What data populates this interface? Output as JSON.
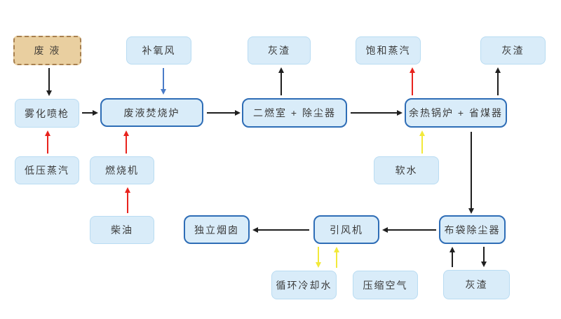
{
  "diagram": {
    "type": "process-flowchart",
    "language": "zh-CN",
    "nodes": {
      "waste_liquid": {
        "label": "废 液",
        "style": "source"
      },
      "oxygen_air": {
        "label": "补氧风",
        "style": "plain"
      },
      "ash_top_mid": {
        "label": "灰渣",
        "style": "plain"
      },
      "saturated_steam": {
        "label": "饱和蒸汽",
        "style": "plain"
      },
      "ash_top_right": {
        "label": "灰渣",
        "style": "plain"
      },
      "atomizer": {
        "label": "雾化喷枪",
        "style": "plain"
      },
      "incinerator": {
        "label": "废液焚烧炉",
        "style": "process"
      },
      "secondary_chamber": {
        "label": "二燃室 + 除尘器",
        "style": "process"
      },
      "waste_heat_boiler": {
        "label": "余热锅炉 + 省煤器",
        "style": "process"
      },
      "lp_steam": {
        "label": "低压蒸汽",
        "style": "plain"
      },
      "burner": {
        "label": "燃烧机",
        "style": "plain"
      },
      "soft_water": {
        "label": "软水",
        "style": "plain"
      },
      "diesel": {
        "label": "柴油",
        "style": "plain"
      },
      "chimney": {
        "label": "独立烟囱",
        "style": "process"
      },
      "id_fan": {
        "label": "引风机",
        "style": "process"
      },
      "bag_filter": {
        "label": "布袋除尘器",
        "style": "process"
      },
      "cooling_water": {
        "label": "循环冷却水",
        "style": "plain"
      },
      "compressed_air": {
        "label": "压缩空气",
        "style": "plain"
      },
      "ash_bottom": {
        "label": "灰渣",
        "style": "plain"
      }
    },
    "edges": [
      {
        "from": "waste_liquid",
        "to": "atomizer",
        "color": "black"
      },
      {
        "from": "oxygen_air",
        "to": "incinerator",
        "color": "blue"
      },
      {
        "from": "lp_steam",
        "to": "atomizer",
        "color": "red"
      },
      {
        "from": "burner",
        "to": "incinerator",
        "color": "red"
      },
      {
        "from": "diesel",
        "to": "burner",
        "color": "red"
      },
      {
        "from": "atomizer",
        "to": "incinerator",
        "color": "black"
      },
      {
        "from": "incinerator",
        "to": "secondary_chamber",
        "color": "black"
      },
      {
        "from": "secondary_chamber",
        "to": "ash_top_mid",
        "color": "black"
      },
      {
        "from": "secondary_chamber",
        "to": "waste_heat_boiler",
        "color": "black"
      },
      {
        "from": "waste_heat_boiler",
        "to": "saturated_steam",
        "color": "red"
      },
      {
        "from": "waste_heat_boiler",
        "to": "ash_top_right",
        "color": "black"
      },
      {
        "from": "soft_water",
        "to": "waste_heat_boiler",
        "color": "yellow"
      },
      {
        "from": "waste_heat_boiler",
        "to": "bag_filter",
        "color": "black"
      },
      {
        "from": "bag_filter",
        "to": "id_fan",
        "color": "black"
      },
      {
        "from": "id_fan",
        "to": "chimney",
        "color": "black"
      },
      {
        "from": "id_fan",
        "to": "cooling_water",
        "color": "yellow"
      },
      {
        "from": "cooling_water",
        "to": "id_fan",
        "color": "yellow"
      },
      {
        "from": "bag_filter",
        "to": "ash_bottom",
        "color": "black"
      },
      {
        "from": "ash_bottom",
        "to": "bag_filter",
        "color": "black"
      }
    ],
    "colors": {
      "box_fill": "#d9ecf9",
      "box_border": "#b9dcf2",
      "process_border": "#2e6db6",
      "source_fill": "#e9cfa0",
      "source_border": "#a8804e",
      "text": "#3b3b3b",
      "arrow_black": "#1f1f1f",
      "arrow_red": "#e8231d",
      "arrow_blue": "#4a7cc8",
      "arrow_yellow": "#f2e93a",
      "background": "#ffffff"
    }
  }
}
